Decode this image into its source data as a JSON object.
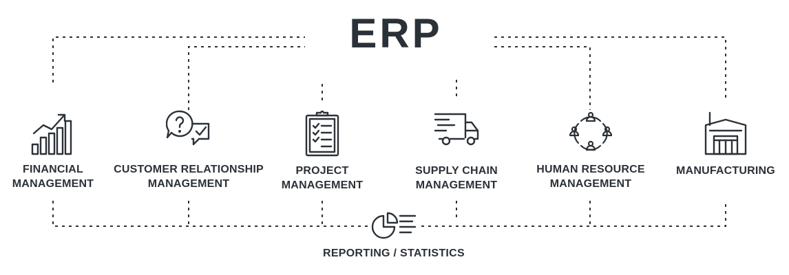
{
  "title": "ERP",
  "modules": [
    {
      "label": "FINANCIAL\nMANAGEMENT",
      "icon": "growth-chart-icon"
    },
    {
      "label": "CUSTOMER RELATIONSHIP\nMANAGEMENT",
      "icon": "chat-bubbles-icon"
    },
    {
      "label": "PROJECT\nMANAGEMENT",
      "icon": "clipboard-checklist-icon"
    },
    {
      "label": "SUPPLY CHAIN\nMANAGEMENT",
      "icon": "delivery-truck-icon"
    },
    {
      "label": "HUMAN RESOURCE\nMANAGEMENT",
      "icon": "people-network-icon"
    },
    {
      "label": "MANUFACTURING",
      "icon": "factory-icon"
    }
  ],
  "reporting": {
    "label": "REPORTING / STATISTICS",
    "icon": "pie-chart-report-icon"
  },
  "colors": {
    "ink": "#2b3138",
    "line": "#2b3138",
    "background": "#ffffff"
  }
}
